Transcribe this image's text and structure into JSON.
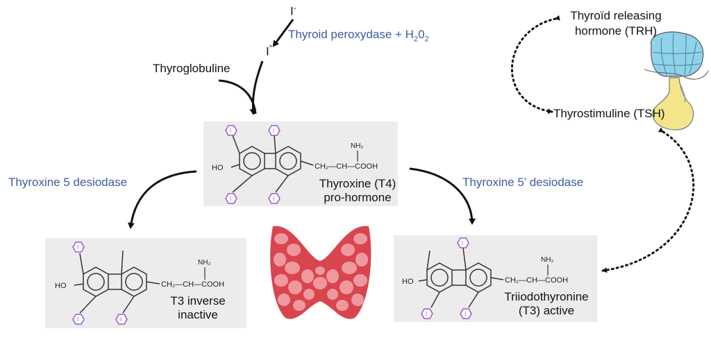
{
  "iodide": {
    "symbol": "I",
    "sup": "-"
  },
  "iodine": {
    "symbol": "I",
    "sup": "°"
  },
  "enzyme_peroxydase": {
    "text": "Thyroid peroxydase + H",
    "sub1": "2",
    "mid": "0",
    "sub2": "2"
  },
  "thyroglobuline": "Thyroglobuline",
  "t4_panel": {
    "line1": "Thyroxine (T4)",
    "line2": "pro-hormone",
    "amine": "NH₂",
    "chain": "CH₂—CH—COOH",
    "ho": "HO",
    "iodine_label": "I"
  },
  "enzyme_5": "Thyroxine 5 desiodase",
  "enzyme_5prime": "Thyroxine 5’ desiodase",
  "rt3_panel": {
    "line1": "T3 inverse",
    "line2": "inactive",
    "amine": "NH₂",
    "chain": "CH₂—CH—COOH",
    "ho": "HO",
    "iodine_label": "I"
  },
  "t3_panel": {
    "line1": "Triiodothyronine",
    "line2": "(T3) active",
    "amine": "NH₂",
    "chain": "CH₂—CH—COOH",
    "ho": "HO",
    "iodine_label": "I"
  },
  "trh": {
    "line1": "Thyroïd releasing",
    "line2": "hormone (TRH)"
  },
  "tsh": "Thyrostimuline (TSH)",
  "colors": {
    "enzyme": "#3e5c9a",
    "iodine_hex": "#9b59d0",
    "thyroid": "#d9454f",
    "hypothalamus": "#8fd3ea",
    "pituitary": "#f2e58a",
    "panel": "#ececec"
  }
}
